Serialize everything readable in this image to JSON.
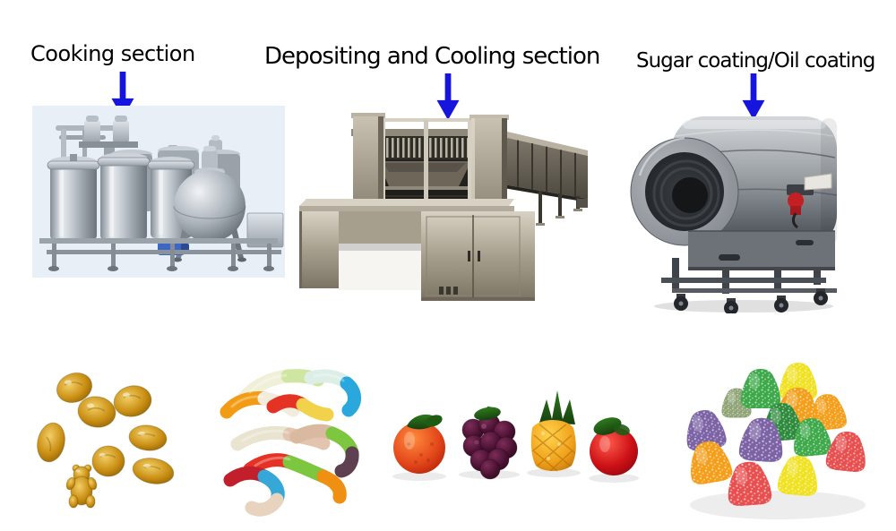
{
  "page": {
    "background": "#ffffff"
  },
  "arrow": {
    "color": "#1515dd",
    "direction": "down"
  },
  "sections": [
    {
      "id": "cooking",
      "label": "Cooking section"
    },
    {
      "id": "depositing-cooling",
      "label": "Depositing and Cooling section"
    },
    {
      "id": "coating",
      "label": "Sugar coating/Oil coating"
    }
  ],
  "machines": [
    {
      "id": "cooking-tanks-and-kettle"
    },
    {
      "id": "depositor-with-cooling-tunnel"
    },
    {
      "id": "coating-drum"
    }
  ],
  "products": [
    {
      "id": "amber-gummy-animals",
      "palette": {
        "light": "#f2cf66",
        "body": "#c98e12",
        "dark": "#7c5504"
      }
    },
    {
      "id": "gummy-worms",
      "palette": [
        [
          "#f0f0d8",
          "#cfe6a2"
        ],
        [
          "#dceee6",
          "#2aa7dd"
        ],
        [
          "#f29c15",
          "#f2ecdc"
        ],
        [
          "#e43224",
          "#f2d24a"
        ],
        [
          "#e9e4d0",
          "#e3c4ae"
        ],
        [
          "#d9b9a0",
          "#7dc63f",
          "#5f4050"
        ],
        [
          "#e53224",
          "#7dc63f",
          "#ef9012"
        ],
        [
          "#c21f2d",
          "#35a8d8",
          "#e8d4be"
        ]
      ]
    },
    {
      "id": "fruit-shaped-gummies",
      "palette": {
        "strawberry": "#e3471a",
        "grape": "#46102f",
        "pineapple": "#f0a01a",
        "apple": "#cc1016",
        "leaf": "#2f7a1e"
      }
    },
    {
      "id": "sugar-coated-gumdrops",
      "palette": [
        "#3da94a",
        "#f0e223",
        "#f59e1a",
        "#7c63a5",
        "#e85050",
        "#2e8b3d",
        "#8fa476"
      ]
    }
  ]
}
